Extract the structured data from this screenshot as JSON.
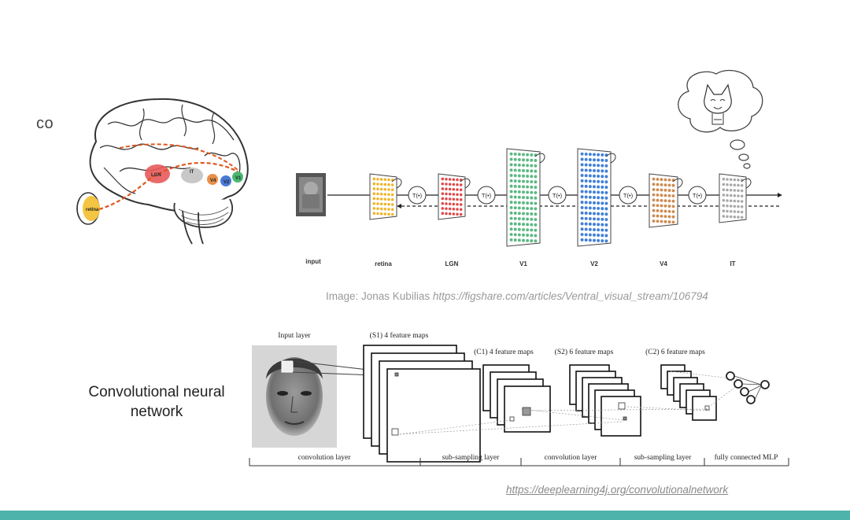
{
  "slide": {
    "partial_title": "co",
    "credit_prefix": "Image: Jonas Kubilias ",
    "credit_link": "https://figshare.com/articles/Ventral_visual_stream/106794",
    "cnn_label_line1": "Convolutional neural",
    "cnn_label_line2": "network",
    "bottom_link": "https://deeplearning4j.org/convolutionalnetwork",
    "accent_color": "#4db3ab"
  },
  "brain": {
    "labels": [
      "LGN",
      "IT",
      "V4",
      "V2",
      "V1",
      "retina"
    ]
  },
  "ventral_stream": {
    "stages": [
      "input",
      "retina",
      "LGN",
      "V1",
      "V2",
      "V4",
      "IT"
    ],
    "transform_label": "T(•)"
  },
  "cnn": {
    "top_labels": {
      "input": "Input layer",
      "s1": "(S1) 4 feature maps",
      "c1": "(C1) 4 feature maps",
      "s2": "(S2) 6 feature maps",
      "c2": "(C2) 6 feature maps"
    },
    "bottom_labels": [
      "convolution layer",
      "sub-sampling layer",
      "convolution layer",
      "sub-sampling layer",
      "fully connected MLP"
    ]
  }
}
